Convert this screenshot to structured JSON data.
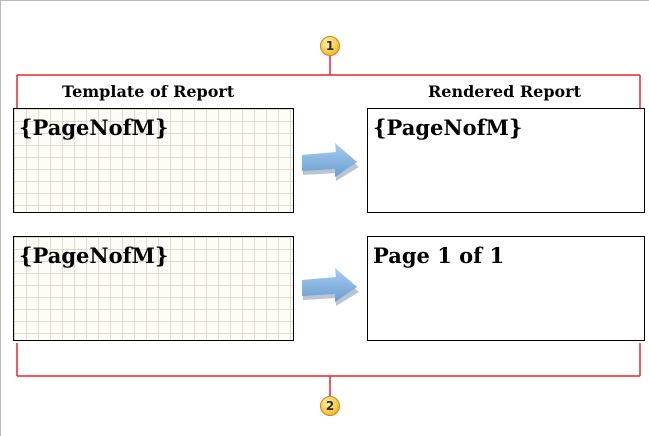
{
  "callouts": {
    "top": "1",
    "bottom": "2"
  },
  "headers": {
    "template": "Template of Report",
    "rendered": "Rendered Report"
  },
  "boxes": {
    "template_top": "{PageNofM}",
    "template_bottom": "{PageNofM}",
    "rendered_top": "{PageNofM}",
    "rendered_bottom": "Page 1 of 1"
  },
  "colors": {
    "bracket": "#e8262c",
    "arrow": "#7fb0de",
    "callout": "#f7c94c",
    "frame_border": "#b9b9b9"
  }
}
